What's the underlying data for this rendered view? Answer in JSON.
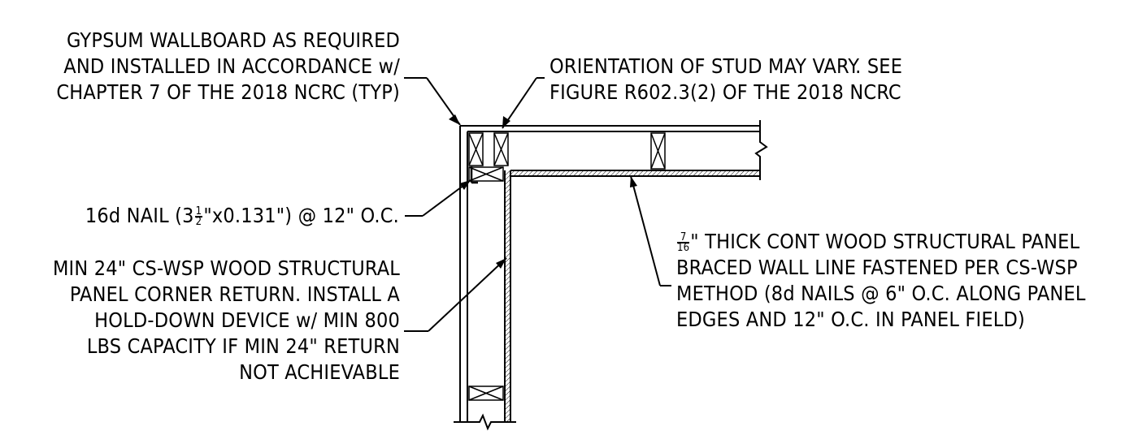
{
  "notes": {
    "gypsum": "GYPSUM WALLBOARD AS REQUIRED\nAND INSTALLED IN ACCORDANCE w/\nCHAPTER 7 OF THE 2018 NCRC (TYP)",
    "orientation": "ORIENTATION OF STUD MAY VARY. SEE\nFIGURE R602.3(2) OF THE 2018 NCRC",
    "nail_prefix": "16d NAIL (3",
    "nail_frac_num": "1",
    "nail_frac_den": "2",
    "nail_suffix": "\"x0.131\") @ 12\" O.C.",
    "corner_return": "MIN 24\" CS-WSP WOOD STRUCTURAL\nPANEL CORNER RETURN. INSTALL A\nHOLD-DOWN DEVICE w/ MIN 800\nLBS CAPACITY IF MIN 24\" RETURN\nNOT ACHIEVABLE",
    "panel_frac_num": "7",
    "panel_frac_den": "16",
    "panel_line1": "\" THICK CONT WOOD STRUCTURAL PANEL",
    "panel_rest": "BRACED WALL LINE FASTENED PER CS-WSP\nMETHOD (8d NAILS @ 6\" O.C. ALONG PANEL\nEDGES AND 12\" O.C. IN PANEL FIELD)"
  }
}
